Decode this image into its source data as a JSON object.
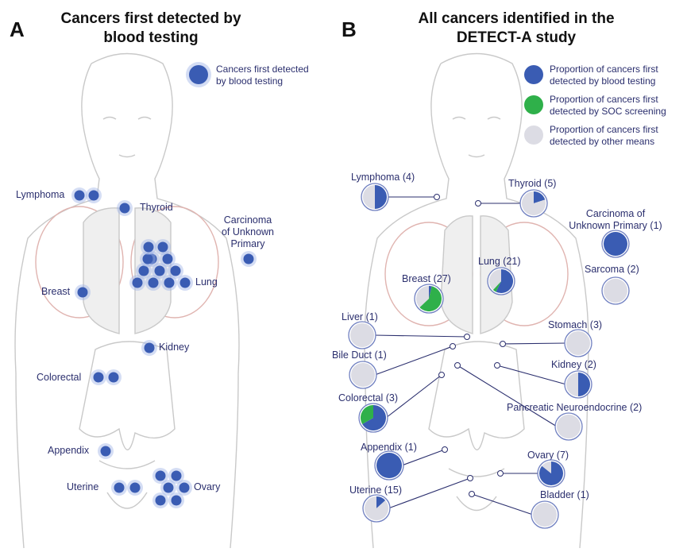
{
  "panelA": {
    "letter": "A",
    "title_line1": "Cancers first detected by",
    "title_line2": "blood testing",
    "legend": {
      "line1": "Cancers first detected",
      "line2": "by blood testing"
    },
    "labels": {
      "lymphoma": "Lymphoma",
      "thyroid": "Thyroid",
      "cup1": "Carcinoma",
      "cup2": "of Unknown",
      "cup3": "Primary",
      "lung": "Lung",
      "breast": "Breast",
      "kidney": "Kidney",
      "colorectal": "Colorectal",
      "appendix": "Appendix",
      "uterine": "Uterine",
      "ovary": "Ovary"
    },
    "counts": {
      "lymphoma": 2,
      "thyroid": 1,
      "cup": 1,
      "lung": 12,
      "breast": 1,
      "kidney": 1,
      "colorectal": 2,
      "appendix": 1,
      "uterine": 2,
      "ovary": 6
    }
  },
  "panelB": {
    "letter": "B",
    "title_line1": "All cancers identified in the",
    "title_line2": "DETECT-A study",
    "legend": [
      {
        "line1": "Proportion of cancers first",
        "line2": "detected by blood testing",
        "color": "#3a5cb3"
      },
      {
        "line1": "Proportion of cancers first",
        "line2": "detected by SOC screening",
        "color": "#2fb04a"
      },
      {
        "line1": "Proportion of cancers first",
        "line2": "detected by other means",
        "color": "#dcdce4"
      }
    ],
    "labels": {
      "lymphoma": "Lymphoma (4)",
      "thyroid": "Thyroid (5)",
      "cup1": "Carcinoma of",
      "cup2": "Unknown Primary (1)",
      "breast": "Breast (27)",
      "lung": "Lung (21)",
      "sarcoma": "Sarcoma (2)",
      "liver": "Liver (1)",
      "stomach": "Stomach (3)",
      "bile": "Bile Duct (1)",
      "kidney": "Kidney (2)",
      "colorectal": "Colorectal (3)",
      "pancreatic": "Pancreatic Neuroendocrine (2)",
      "appendix": "Appendix (1)",
      "ovary": "Ovary (7)",
      "uterine": "Uterine (15)",
      "bladder": "Bladder (1)"
    }
  },
  "chart_data": {
    "type": "pie",
    "series_names": [
      "blood testing",
      "SOC screening",
      "other means"
    ],
    "colors": {
      "blood": "#3a5cb3",
      "soc": "#2fb04a",
      "other": "#dcdce4"
    },
    "cancers": [
      {
        "name": "Lymphoma",
        "total": 4,
        "blood": 2,
        "soc": 0,
        "other": 2
      },
      {
        "name": "Thyroid",
        "total": 5,
        "blood": 1,
        "soc": 0,
        "other": 4
      },
      {
        "name": "Carcinoma of Unknown Primary",
        "total": 1,
        "blood": 1,
        "soc": 0,
        "other": 0
      },
      {
        "name": "Breast",
        "total": 27,
        "blood": 1,
        "soc": 16,
        "other": 10
      },
      {
        "name": "Lung",
        "total": 21,
        "blood": 12,
        "soc": 1,
        "other": 8
      },
      {
        "name": "Sarcoma",
        "total": 2,
        "blood": 0,
        "soc": 0,
        "other": 2
      },
      {
        "name": "Liver",
        "total": 1,
        "blood": 0,
        "soc": 0,
        "other": 1
      },
      {
        "name": "Stomach",
        "total": 3,
        "blood": 0,
        "soc": 0,
        "other": 3
      },
      {
        "name": "Bile Duct",
        "total": 1,
        "blood": 0,
        "soc": 0,
        "other": 1
      },
      {
        "name": "Kidney",
        "total": 2,
        "blood": 1,
        "soc": 0,
        "other": 1
      },
      {
        "name": "Colorectal",
        "total": 3,
        "blood": 2,
        "soc": 1,
        "other": 0
      },
      {
        "name": "Pancreatic Neuroendocrine",
        "total": 2,
        "blood": 0,
        "soc": 0,
        "other": 2
      },
      {
        "name": "Appendix",
        "total": 1,
        "blood": 1,
        "soc": 0,
        "other": 0
      },
      {
        "name": "Ovary",
        "total": 7,
        "blood": 6,
        "soc": 0,
        "other": 1
      },
      {
        "name": "Uterine",
        "total": 15,
        "blood": 2,
        "soc": 0,
        "other": 13
      },
      {
        "name": "Bladder",
        "total": 1,
        "blood": 0,
        "soc": 0,
        "other": 1
      }
    ]
  }
}
